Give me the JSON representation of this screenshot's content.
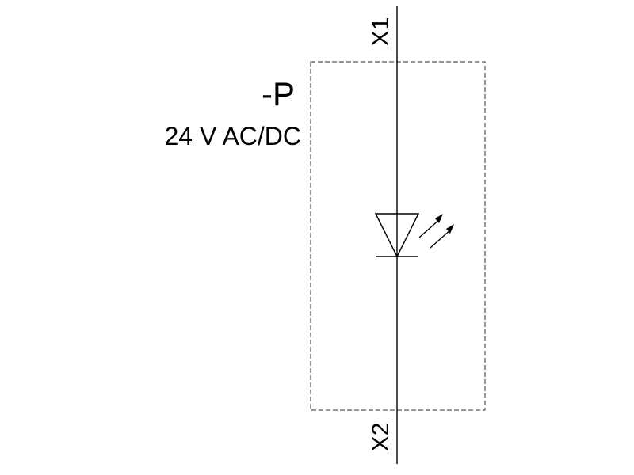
{
  "designation": "-P",
  "voltage_rating": "24 V AC/DC",
  "terminals": {
    "top": "X1",
    "bottom": "X2"
  },
  "colors": {
    "line": "#000000",
    "enclosure_dash": "#555555",
    "background": "#ffffff"
  },
  "icons": {
    "component": "led-indicator-icon"
  }
}
